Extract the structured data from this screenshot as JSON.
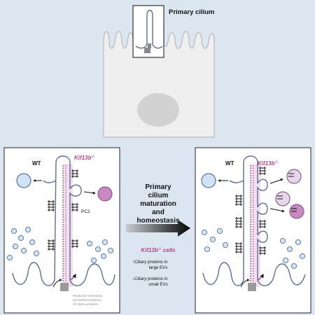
{
  "cell_label": "Primary cilium",
  "panels": {
    "left": {
      "wt_label": "WT",
      "mutant_label": "Kif13b",
      "mutant_sup": "-/-",
      "protein_label": "PC2",
      "note_lines": [
        "Reduced retrieval &",
        "increased entrance",
        "of ciliary proteins"
      ]
    },
    "right": {
      "wt_label": "WT",
      "mutant_label": "Kif13b",
      "mutant_sup": "-/-"
    }
  },
  "center": {
    "title_lines": [
      "Primary",
      "cilium",
      "maturation",
      "and",
      "homeostasis"
    ],
    "cells_label_gene": "Kif13b",
    "cells_label_sup": "-/-",
    "cells_label_suffix": " cells",
    "findings": [
      {
        "arrow": "↑",
        "lines": [
          "Ciliary proteins in",
          "large EVs"
        ]
      },
      {
        "arrow": "↓",
        "lines": [
          "Ciliary proteins in",
          "small EVs"
        ]
      }
    ]
  }
}
